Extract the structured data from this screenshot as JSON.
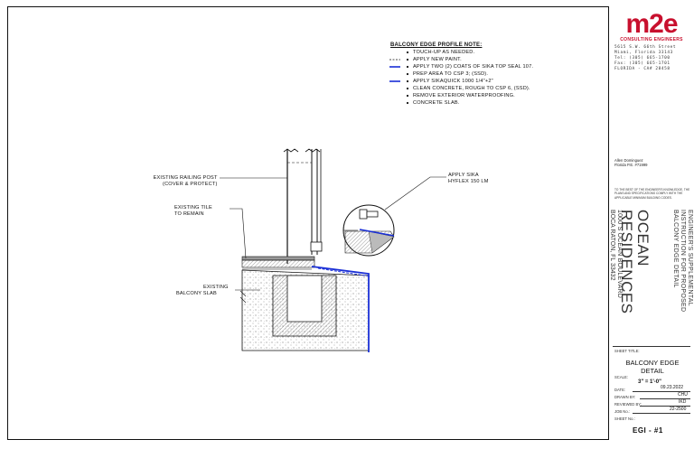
{
  "logo": {
    "text": "m2e",
    "subtitle": "CONSULTING ENGINEERS"
  },
  "company_address": [
    "5615 S.W. 66th Street",
    "Miami, Florida 33143",
    "Tel: (305) 665-1700",
    "Fax: (305) 665-1701",
    "FLORIDA - CA# 28458"
  ],
  "engineer": {
    "name": "Allen Dominguez",
    "license": "Florida P.E. #71999"
  },
  "statement": "TO THE BEST OF THE ENGINEER'S KNOWLEDGE, THE PLANS AND SPECIFICATIONS COMPLY WITH THE APPLICABLE MINIMUM BUILDING CODES.",
  "project": {
    "name_line1": "OCEAN",
    "name_line2": "RESIDENCES",
    "address_line1": "1000 S OCEAN BOULEVARD",
    "address_line2": "BOCA RATON, FL 33432"
  },
  "description": {
    "line1": "ENGINEER'S SUPPLEMENTAL",
    "line2": "INSTRUCTION FOR PROPOSED",
    "line3": "BALCONY EDGE DETAIL"
  },
  "sheet": {
    "title_label": "SHEET TITLE:",
    "title_line1": "BALCONY EDGE",
    "title_line2": "DETAIL",
    "scale_label": "SCALE:",
    "scale": "3\" = 1'-0\"",
    "date_label": "DATE:",
    "date": "09.23.2022",
    "drawn_label": "DRAWN BY:",
    "drawn": "CHU",
    "reviewed_label": "REVIEWED BY:",
    "reviewed": "IKD",
    "job_label": "JOB No.:",
    "job": "22-2500",
    "sheet_no_label": "SHEET No.:",
    "sheet_no": "EGI - #1"
  },
  "note": {
    "title": "BALCONY EDGE PROFILE NOTE:",
    "items": [
      "TOUCH-UP AS NEEDED.",
      "APPLY NEW PAINT.",
      "APPLY TWO (2) COATS OF SIKA TOP SEAL 107.",
      "PREP AREA TO CSP 3; (SSD).",
      "APPLY SIKAQUICK 1000 1/4\"+2\"",
      "CLEAN CONCRETE, ROUGH TO CSP 6, (SSD).",
      "REMOVE EXTERIOR WATERPROOFING.",
      "CONCRETE SLAB."
    ]
  },
  "callouts": {
    "railing_line1": "EXISTING RAILING POST",
    "railing_line2": "(COVER & PROTECT)",
    "tile_line1": "EXISTING TILE",
    "tile_line2": "TO REMAIN",
    "slab_line1": "EXISTING",
    "slab_line2": "BALCONY SLAB",
    "sika_line1": "APPLY SIKA",
    "sika_line2": "HYFLEX 150 LM"
  },
  "colors": {
    "brand_red": "#c8102e",
    "coat_blue": "#1a2fd6",
    "line": "#111111"
  }
}
